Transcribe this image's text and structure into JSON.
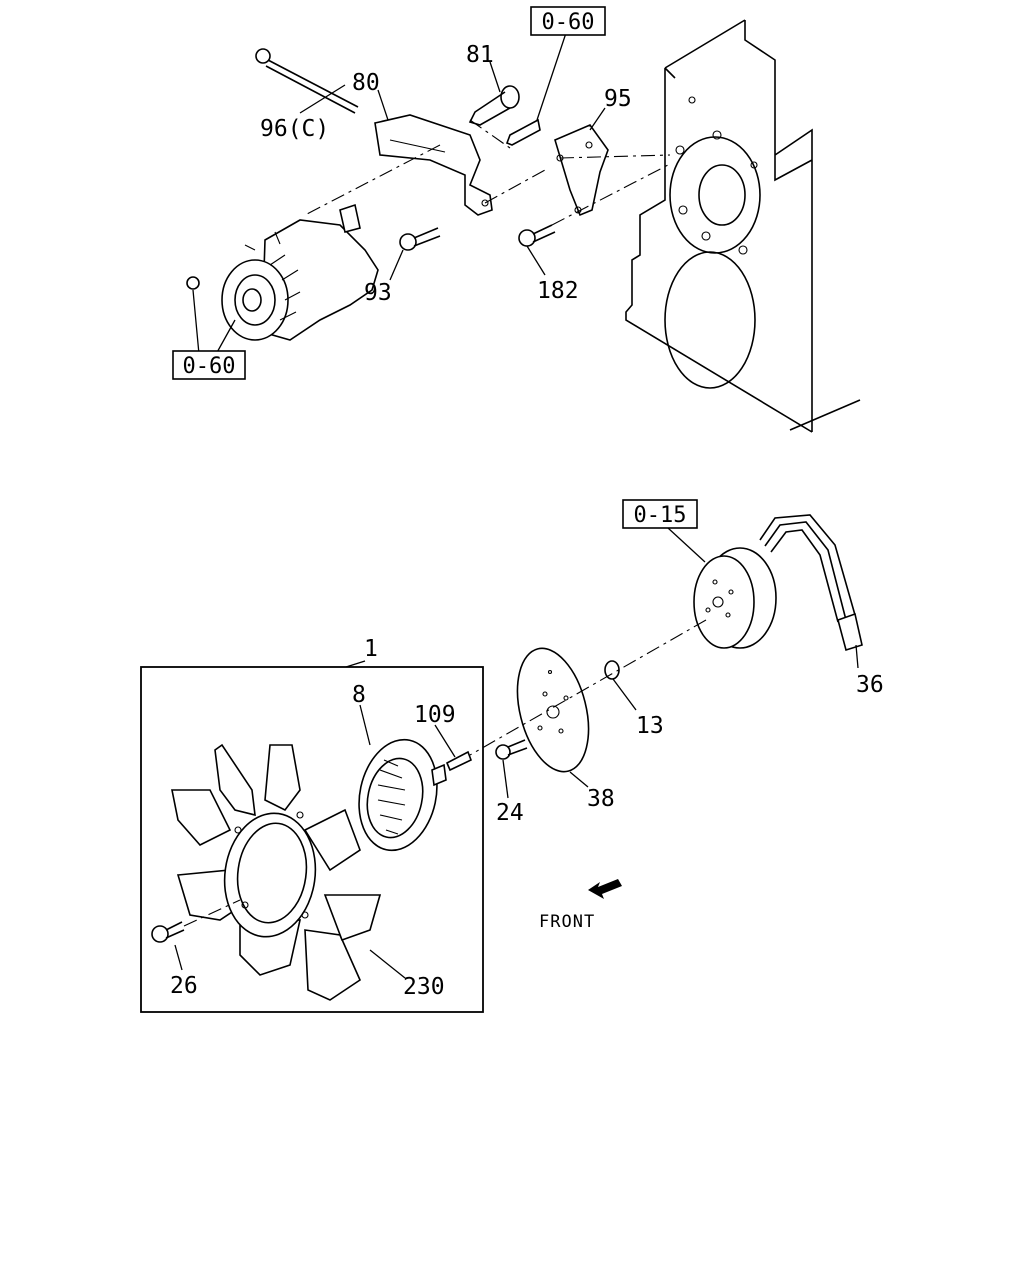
{
  "diagram": {
    "callouts": {
      "p96c": "96(C)",
      "p80": "80",
      "p81": "81",
      "p95": "95",
      "p93": "93",
      "p182": "182",
      "p1": "1",
      "p8": "8",
      "p109": "109",
      "p13": "13",
      "p36": "36",
      "p24": "24",
      "p38": "38",
      "p26": "26",
      "p230": "230"
    },
    "references": {
      "ref_top": "0-60",
      "ref_left": "0-60",
      "ref_pulley": "0-15"
    },
    "direction_label": "FRONT"
  }
}
